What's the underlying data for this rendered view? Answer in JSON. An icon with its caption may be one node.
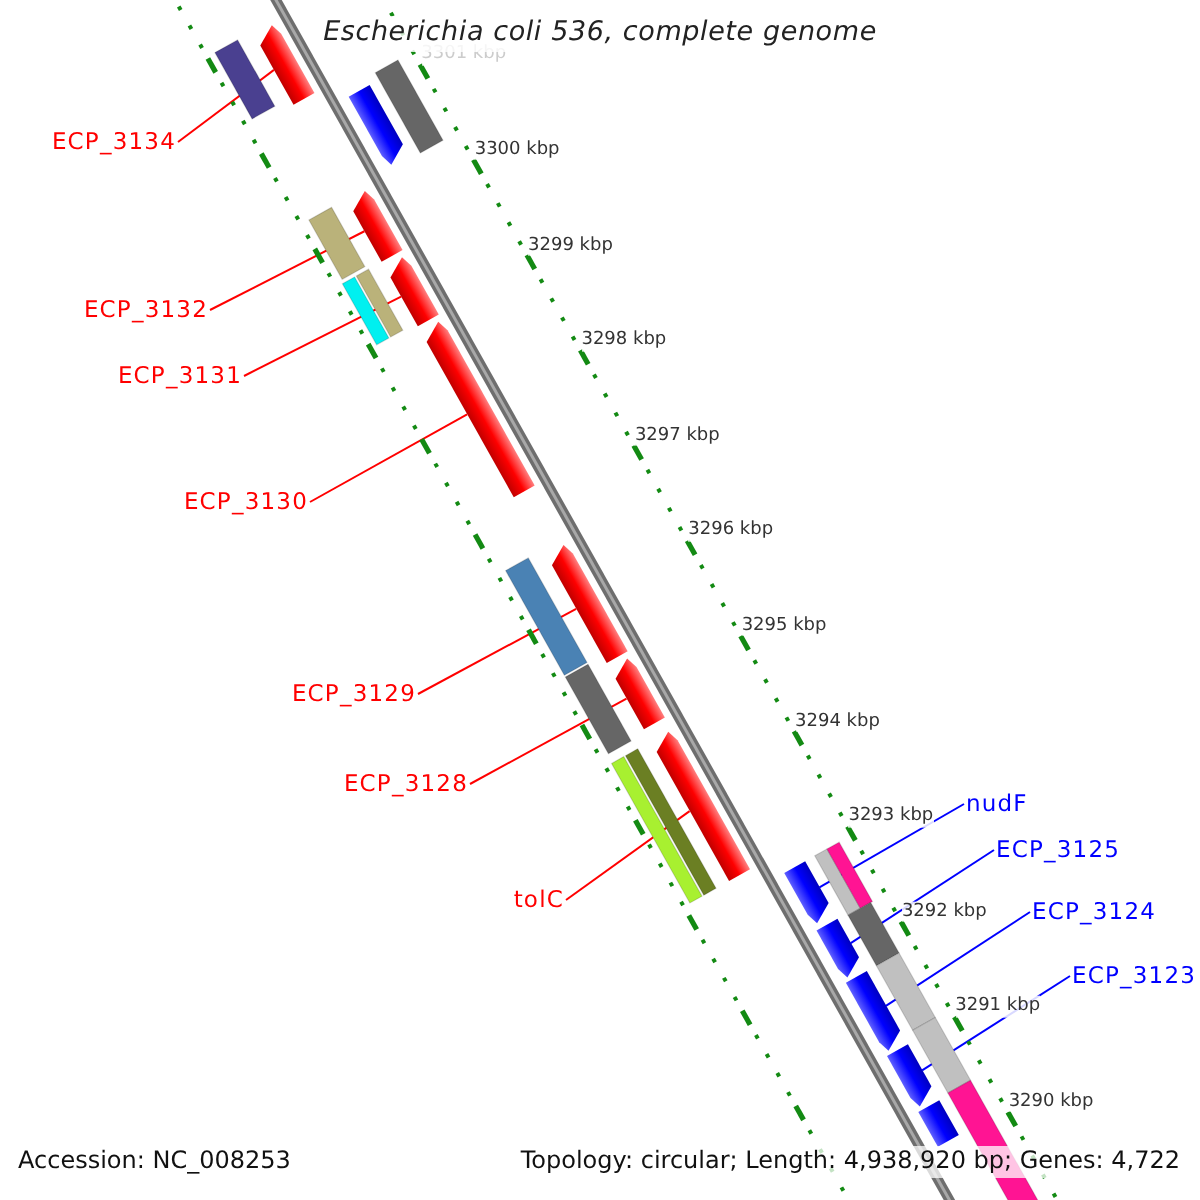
{
  "diagram": {
    "title": "Escherichia coli 536, complete genome",
    "nodes": [
      {
        "text": [
          "ECP_3134"
        ]
      },
      {
        "text": [
          "ECP_3132"
        ]
      },
      {
        "text": [
          "ECP_3131"
        ]
      },
      {
        "text": [
          "ECP_3130"
        ]
      },
      {
        "text": [
          "ECP_3129"
        ]
      },
      {
        "text": [
          "ECP_3128"
        ]
      },
      {
        "text": [
          "tolC"
        ]
      },
      {
        "text": [
          "nudF"
        ]
      },
      {
        "text": [
          "ECP_3125"
        ]
      },
      {
        "text": [
          "ECP_3124"
        ]
      },
      {
        "text": [
          "ECP_3123"
        ]
      },
      {
        "text": [],
        "shape": "bar"
      },
      {
        "text": [],
        "shape": "bar"
      },
      {
        "text": [],
        "shape": "bar"
      },
      {
        "text": [],
        "shape": "bar"
      },
      {
        "text": [],
        "shape": "bar"
      },
      {
        "text": [],
        "shape": "bar"
      },
      {
        "text": [],
        "shape": "bar"
      },
      {
        "text": [],
        "shape": "bar"
      },
      {
        "text": [],
        "shape": "bar"
      },
      {
        "text": [],
        "shape": "bar"
      },
      {
        "text": [],
        "shape": "bar"
      },
      {
        "text": [],
        "shape": "bar"
      },
      {
        "text": [],
        "shape": "bar"
      }
    ],
    "edges": [
      {
        "from": 0,
        "to": 11,
        "arrow": "none"
      },
      {
        "from": 1,
        "to": 13,
        "arrow": "none"
      },
      {
        "from": 2,
        "to": 14,
        "arrow": "none"
      },
      {
        "from": 3,
        "to": 15,
        "arrow": "none"
      },
      {
        "from": 4,
        "to": 16,
        "arrow": "none"
      },
      {
        "from": 5,
        "to": 17,
        "arrow": "none"
      },
      {
        "from": 6,
        "to": 18,
        "arrow": "none"
      },
      {
        "from": 7,
        "to": 19,
        "arrow": "none",
        "color": "#0000ff"
      },
      {
        "from": 8,
        "to": 20,
        "arrow": "none",
        "color": "#0000ff"
      },
      {
        "from": 9,
        "to": 21,
        "arrow": "none",
        "color": "#0000ff"
      },
      {
        "from": 10,
        "to": 22,
        "arrow": "none",
        "color": "#0000ff"
      }
    ],
    "labels": [
      "3301 kbp",
      "3300 kbp",
      "3299 kbp",
      "3298 kbp",
      "3297 kbp",
      "3296 kbp",
      "3295 kbp",
      "3294 kbp",
      "3293 kbp",
      "3292 kbp",
      "3291 kbp",
      "3290 kbp",
      "Accession: NC_008253",
      "Topology: circular; Length: 4,938,920 bp; Genes: 4,722"
    ]
  }
}
